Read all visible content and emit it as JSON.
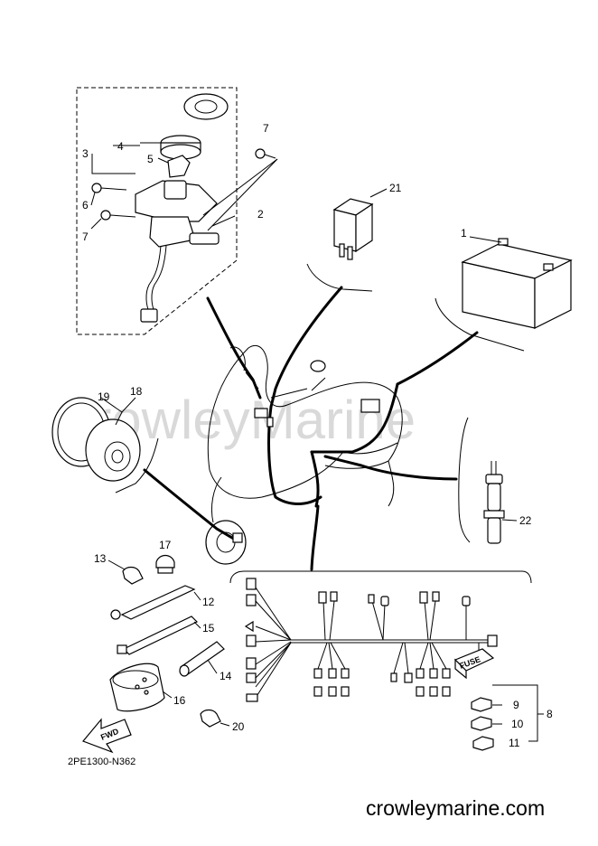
{
  "watermark": "CrowleyMarine",
  "footer_site": "crowleymarine.com",
  "diagram_code": "2PE1300-N362",
  "fwd_label": "FWD",
  "fuse_label": "FUSE",
  "callouts": {
    "c1": "1",
    "c2": "2",
    "c3": "3",
    "c4": "4",
    "c5": "5",
    "c6": "6",
    "c7a": "7",
    "c7b": "7",
    "c8": "8",
    "c9": "9",
    "c10": "10",
    "c11": "11",
    "c12": "12",
    "c13": "13",
    "c14": "14",
    "c15": "15",
    "c16": "16",
    "c17": "17",
    "c18": "18",
    "c19": "19",
    "c20": "20",
    "c21": "21",
    "c22": "22"
  }
}
